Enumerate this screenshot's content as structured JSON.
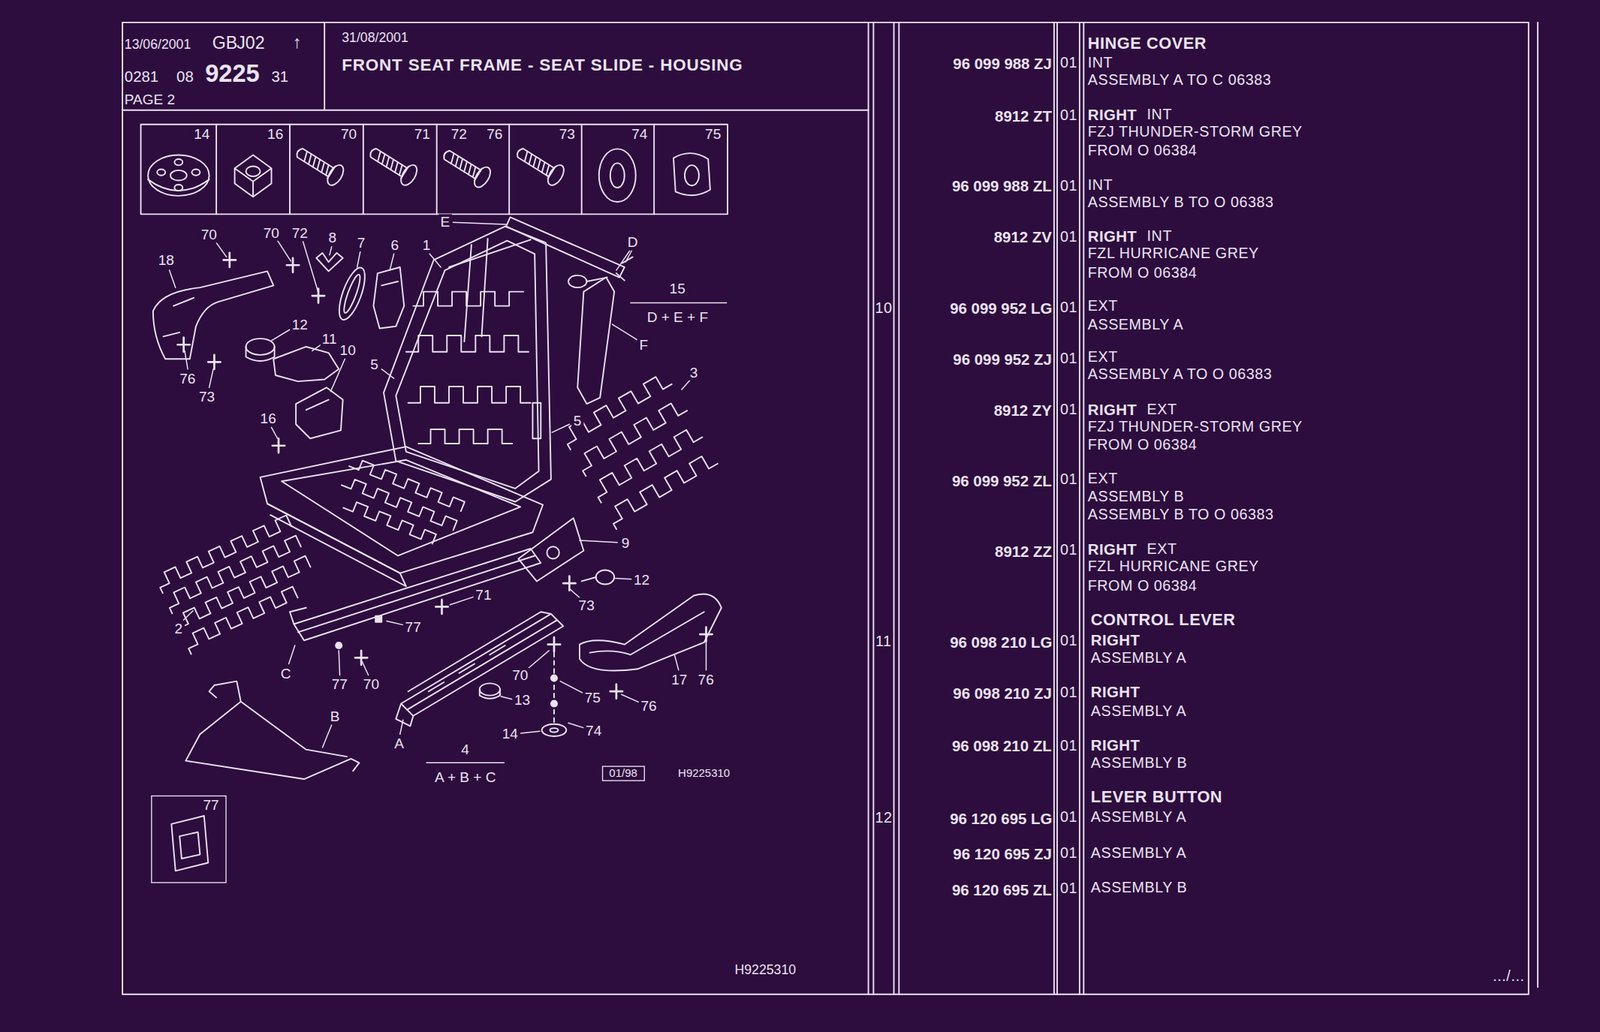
{
  "diagram": {
    "nodes": [
      {
        "text": [
          "13/06/2001",
          "GB",
          "J02",
          "↑",
          "0281",
          "08",
          "9225",
          "31",
          "PAGE 2"
        ]
      },
      {
        "text": [
          "31/08/2001",
          "FRONT SEAT FRAME - SEAT SLIDE - HOUSING"
        ]
      },
      {
        "text": [
          "14"
        ]
      },
      {
        "text": [
          "16"
        ]
      },
      {
        "text": [
          "70"
        ]
      },
      {
        "text": [
          "71"
        ]
      },
      {
        "text": [
          "72",
          "76"
        ]
      },
      {
        "text": [
          "73"
        ]
      },
      {
        "text": [
          "74"
        ]
      },
      {
        "text": [
          "75"
        ]
      },
      {
        "text": [
          "01/98"
        ]
      },
      {
        "text": [
          "77"
        ]
      }
    ],
    "labels": [
      "70",
      "70",
      "72",
      "8",
      "7",
      "6",
      "1",
      "E",
      "D",
      "15",
      "D + E + F",
      "F",
      "18",
      "12",
      "11",
      "10",
      "5",
      "3",
      "5",
      "76",
      "73",
      "16",
      "9",
      "12",
      "73",
      "71",
      "77",
      "2",
      "C",
      "77",
      "70",
      "17",
      "76",
      "70",
      "75",
      "76",
      "13",
      "B",
      "14",
      "74",
      "A",
      "4",
      "A + B + C",
      "H9225310",
      "H9225310",
      "HINGE COVER",
      "96 099 988 ZJ",
      "01",
      "INT",
      "ASSEMBLY A TO C 06383",
      "8912 ZT",
      "01",
      "RIGHT",
      "INT",
      "FZJ THUNDER-STORM GREY",
      "FROM O 06384",
      "96 099 988 ZL",
      "01",
      "INT",
      "ASSEMBLY B TO O 06383",
      "8912 ZV",
      "01",
      "RIGHT",
      "INT",
      "FZL HURRICANE GREY",
      "FROM O 06384",
      "10",
      "96 099 952 LG",
      "01",
      "EXT",
      "ASSEMBLY A",
      "96 099 952 ZJ",
      "01",
      "EXT",
      "ASSEMBLY A TO O 06383",
      "8912 ZY",
      "01",
      "RIGHT",
      "EXT",
      "FZJ THUNDER-STORM GREY",
      "FROM O 06384",
      "96 099 952 ZL",
      "01",
      "EXT",
      "ASSEMBLY B",
      "ASSEMBLY B TO O 06383",
      "8912 ZZ",
      "01",
      "RIGHT",
      "EXT",
      "FZL HURRICANE GREY",
      "FROM O 06384",
      "CONTROL LEVER",
      "11",
      "96 098 210 LG",
      "01",
      "RIGHT",
      "ASSEMBLY A",
      "96 098 210 ZJ",
      "01",
      "RIGHT",
      "ASSEMBLY A",
      "96 098 210 ZL",
      "01",
      "RIGHT",
      "ASSEMBLY B",
      "LEVER BUTTON",
      "12",
      "96 120 695 LG",
      "01",
      "ASSEMBLY A",
      "96 120 695 ZJ",
      "01",
      "ASSEMBLY A",
      "96 120 695 ZL",
      "01",
      "ASSEMBLY B",
      ".../..."
    ]
  }
}
